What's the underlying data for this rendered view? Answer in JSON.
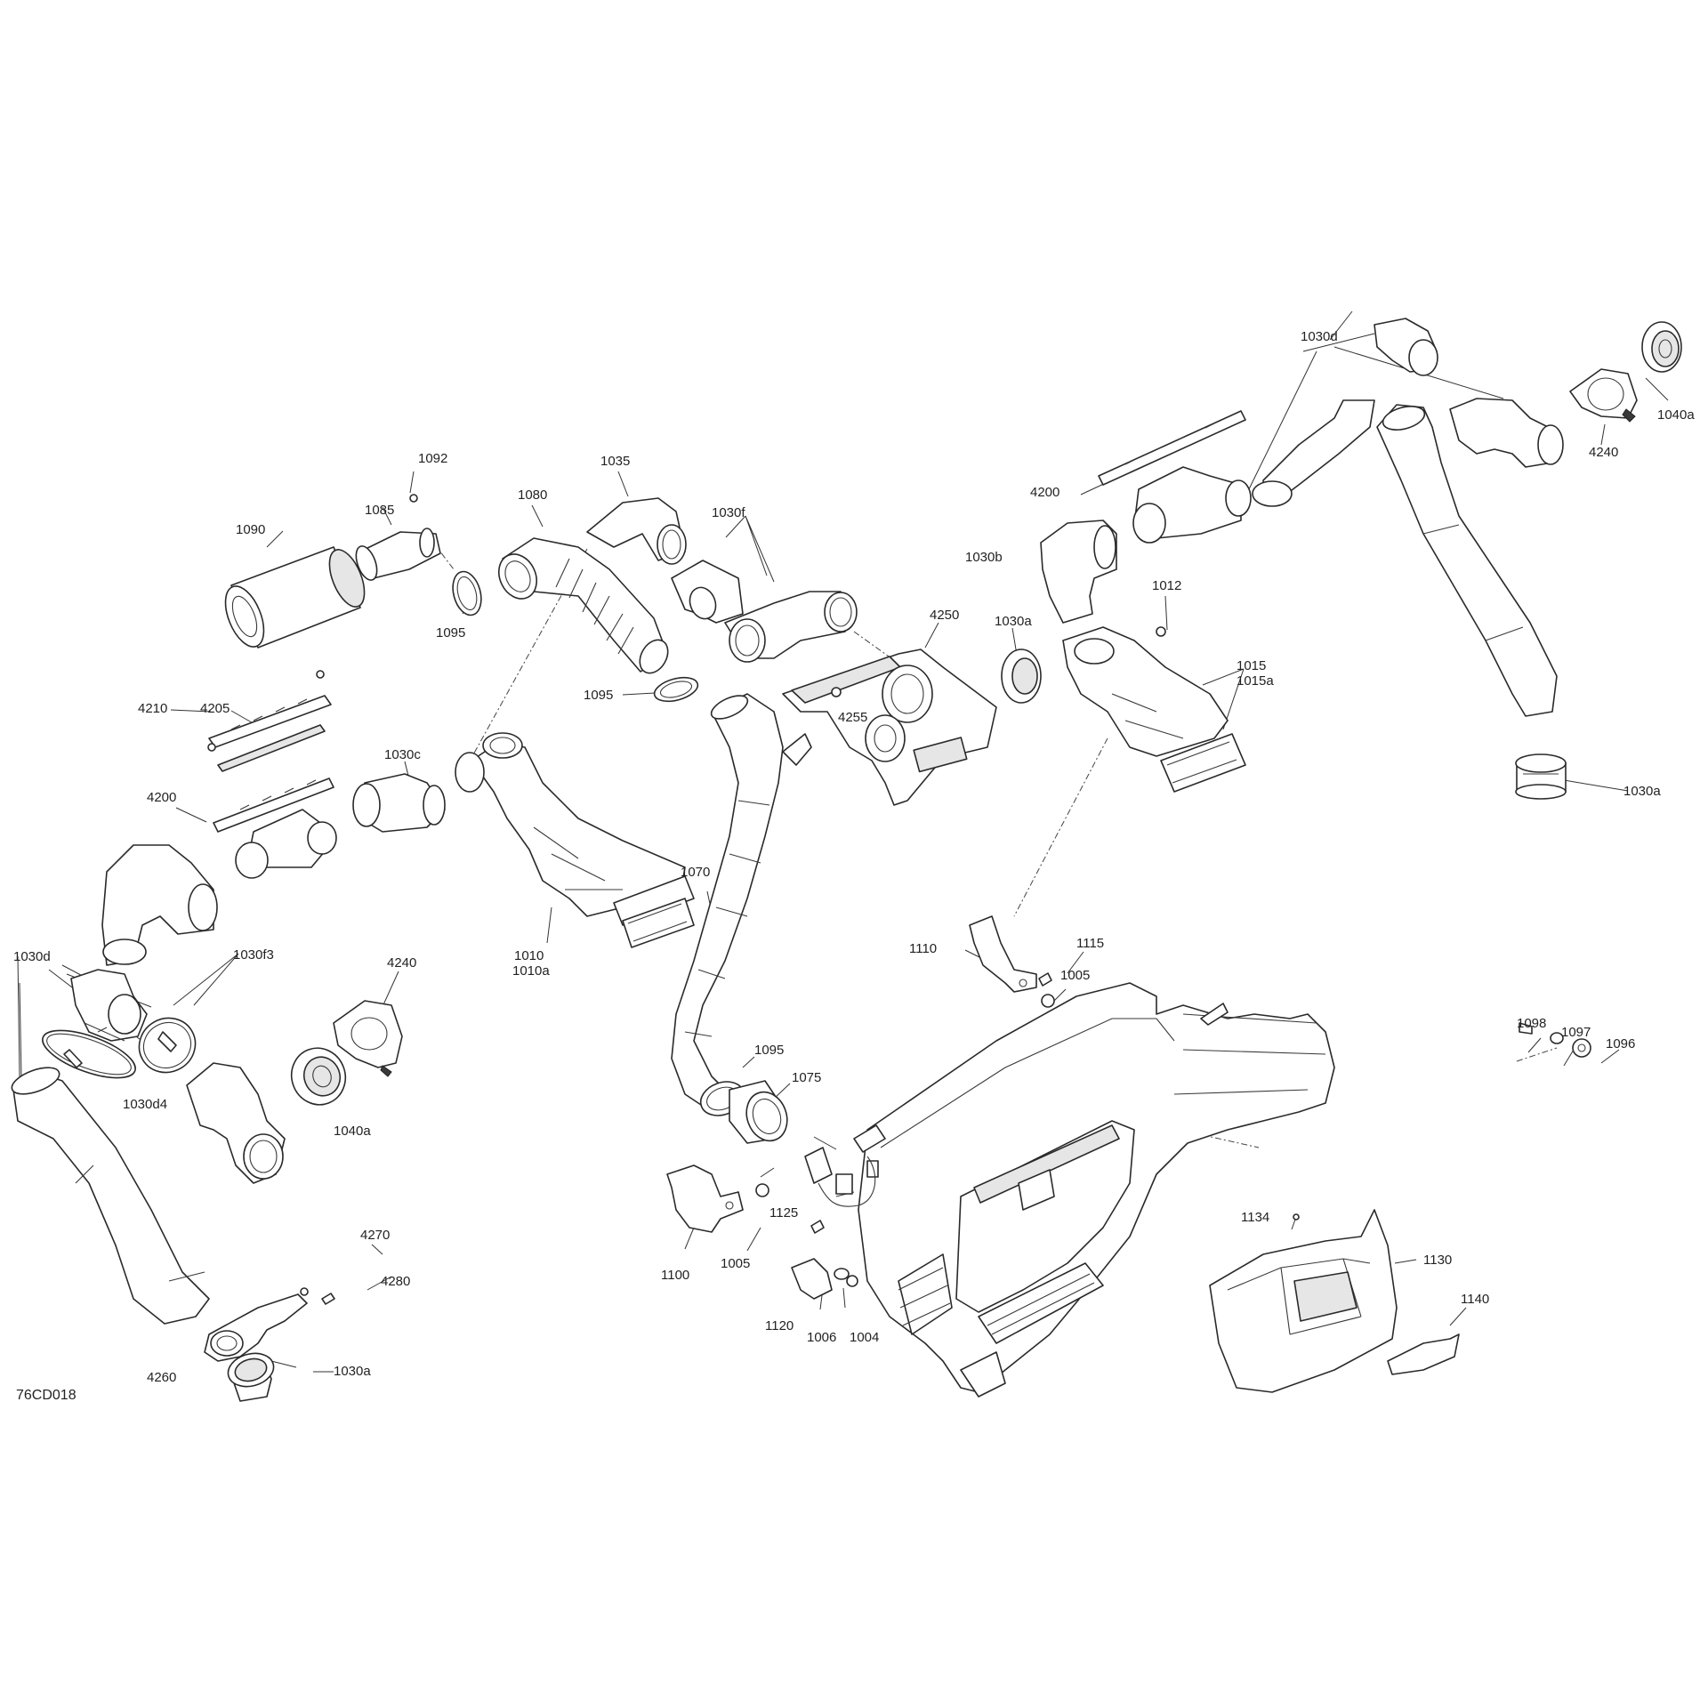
{
  "drawing_number": "76CD018",
  "callouts": [
    {
      "id": "c1092",
      "text": "1092"
    },
    {
      "id": "c1085",
      "text": "1085"
    },
    {
      "id": "c1090",
      "text": "1090"
    },
    {
      "id": "c1095a",
      "text": "1095"
    },
    {
      "id": "c1080",
      "text": "1080"
    },
    {
      "id": "c1035",
      "text": "1035"
    },
    {
      "id": "c1030f",
      "text": "1030f"
    },
    {
      "id": "c1095b",
      "text": "1095"
    },
    {
      "id": "c4250",
      "text": "4250"
    },
    {
      "id": "c1030a_1",
      "text": "1030a"
    },
    {
      "id": "c4255",
      "text": "4255"
    },
    {
      "id": "c4210",
      "text": "4210"
    },
    {
      "id": "c4205",
      "text": "4205"
    },
    {
      "id": "c4200a",
      "text": "4200"
    },
    {
      "id": "c1030c",
      "text": "1030c"
    },
    {
      "id": "c1010",
      "text": "1010"
    },
    {
      "id": "c1010a",
      "text": "1010a"
    },
    {
      "id": "c1070",
      "text": "1070"
    },
    {
      "id": "c1030d_1",
      "text": "1030d"
    },
    {
      "id": "c1030f3",
      "text": "1030f3"
    },
    {
      "id": "c4240a",
      "text": "4240"
    },
    {
      "id": "c1030d4",
      "text": "1030d4"
    },
    {
      "id": "c1040a_1",
      "text": "1040a"
    },
    {
      "id": "c4270",
      "text": "4270"
    },
    {
      "id": "c4280",
      "text": "4280"
    },
    {
      "id": "c4260",
      "text": "4260"
    },
    {
      "id": "c1030a_2",
      "text": "1030a"
    },
    {
      "id": "c1030d_2",
      "text": "1030d"
    },
    {
      "id": "c1040a_2",
      "text": "1040a"
    },
    {
      "id": "c4240b",
      "text": "4240"
    },
    {
      "id": "c4200b",
      "text": "4200"
    },
    {
      "id": "c1030b",
      "text": "1030b"
    },
    {
      "id": "c1012",
      "text": "1012"
    },
    {
      "id": "c1015",
      "text": "1015"
    },
    {
      "id": "c1015a",
      "text": "1015a"
    },
    {
      "id": "c1030a_3",
      "text": "1030a"
    },
    {
      "id": "c1110",
      "text": "1110"
    },
    {
      "id": "c1115",
      "text": "1115"
    },
    {
      "id": "c1005a",
      "text": "1005"
    },
    {
      "id": "c1098",
      "text": "1098"
    },
    {
      "id": "c1097",
      "text": "1097"
    },
    {
      "id": "c1096",
      "text": "1096"
    },
    {
      "id": "c1095c",
      "text": "1095"
    },
    {
      "id": "c1075",
      "text": "1075"
    },
    {
      "id": "c1125",
      "text": "1125"
    },
    {
      "id": "c1100",
      "text": "1100"
    },
    {
      "id": "c1005b",
      "text": "1005"
    },
    {
      "id": "c1120",
      "text": "1120"
    },
    {
      "id": "c1006",
      "text": "1006"
    },
    {
      "id": "c1004",
      "text": "1004"
    },
    {
      "id": "c1134",
      "text": "1134"
    },
    {
      "id": "c1130",
      "text": "1130"
    },
    {
      "id": "c1140",
      "text": "1140"
    }
  ]
}
